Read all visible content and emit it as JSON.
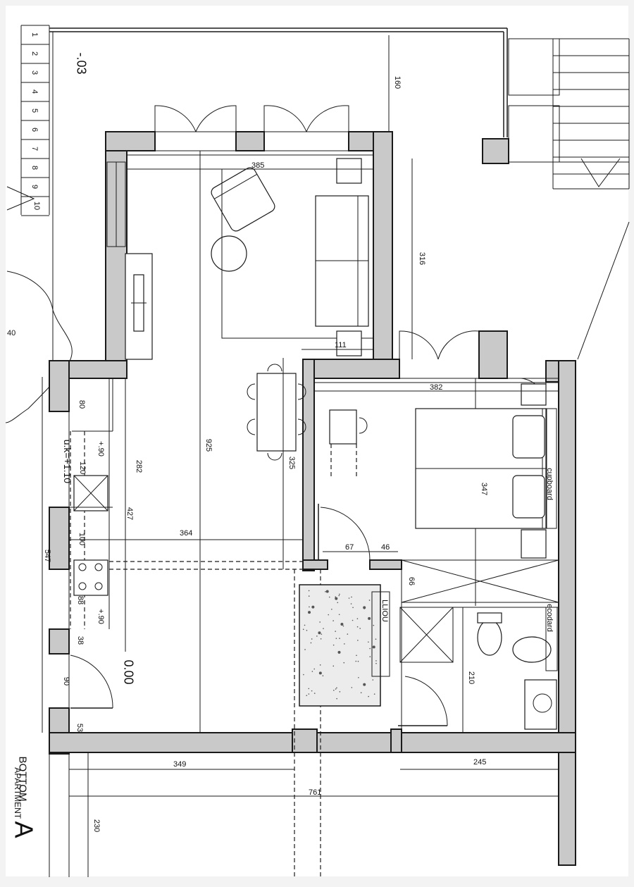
{
  "dimensions": {
    "d160": "160",
    "d385": "385",
    "d316": "316",
    "d111": "111",
    "d382": "382",
    "d925": "925",
    "d325": "325",
    "d282": "282",
    "d427": "427",
    "d364": "364",
    "d547": "547",
    "d80": "80",
    "d120": "120",
    "d100": "100",
    "d88": "88",
    "d38": "38",
    "d90": "90",
    "d53": "53",
    "d67": "67",
    "d46": "46",
    "d66": "66",
    "d347": "347",
    "d210": "210",
    "d349": "349",
    "d245": "245",
    "d761": "761",
    "d230": "230",
    "d40": "40"
  },
  "levels": {
    "top": "-.03",
    "ground": "0.00",
    "plus90a": "+.90",
    "plus90b": "+.90",
    "uk": "u.k=+1.10"
  },
  "labels": {
    "cupboard1": "cupboard",
    "cupboard2": "ecodard",
    "shower": "LLIOU",
    "plan_title_1": "BOTTOM",
    "plan_title_2": "APARTMENT",
    "plan_letter": "A"
  },
  "stairs": [
    "1",
    "2",
    "3",
    "4",
    "5",
    "6",
    "7",
    "8",
    "9",
    "10"
  ],
  "colors": {
    "wall": "#c9c9c9",
    "ink": "#1a1a1a",
    "paper": "#ffffff"
  }
}
